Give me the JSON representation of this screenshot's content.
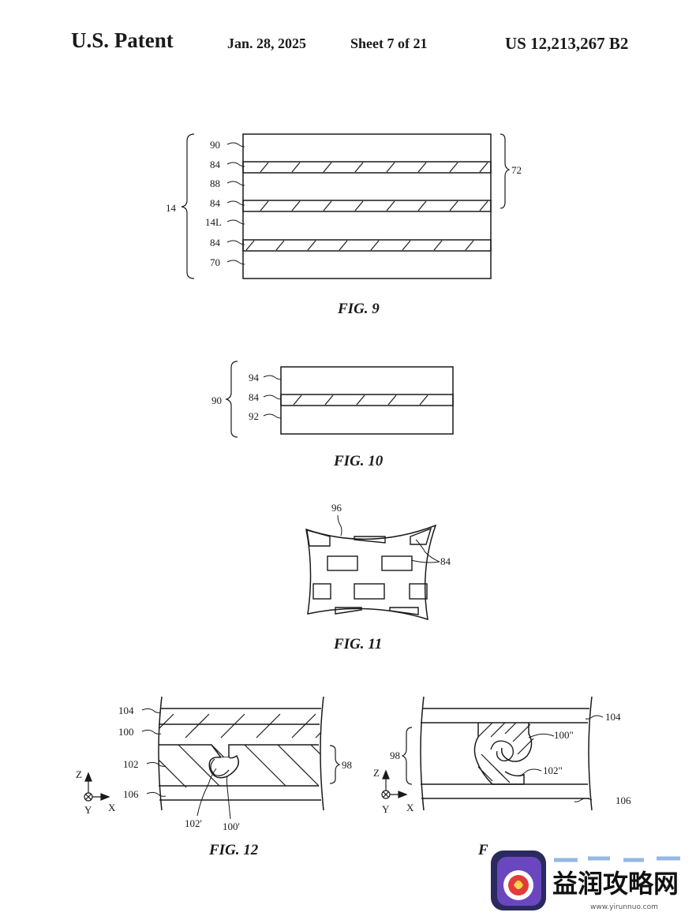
{
  "header": {
    "title": "U.S. Patent",
    "date": "Jan. 28, 2025",
    "sheet": "Sheet 7 of 21",
    "patent_number": "US 12,213,267 B2"
  },
  "fig9": {
    "caption": "FIG. 9",
    "layer_labels": [
      "90",
      "84",
      "88",
      "84",
      "14L",
      "84",
      "70"
    ],
    "group_left": "14",
    "group_right": "72"
  },
  "fig10": {
    "caption": "FIG. 10",
    "layer_labels": [
      "94",
      "84",
      "92"
    ],
    "group_left": "90"
  },
  "fig11": {
    "caption": "FIG. 11",
    "label_substrate": "96",
    "label_islands": "84"
  },
  "fig12": {
    "caption": "FIG. 12",
    "labels": [
      "104",
      "100",
      "102",
      "106",
      "102'",
      "100'"
    ],
    "group_right": "98",
    "axis": {
      "z": "Z",
      "y": "Y",
      "x": "X"
    }
  },
  "fig13": {
    "caption_fragment": "F",
    "labels": [
      "104",
      "100\"",
      "102\"",
      "106"
    ],
    "group_left": "98",
    "axis": {
      "z": "Z",
      "y": "Y",
      "x": "X"
    }
  },
  "watermark": {
    "text": "益润攻略网",
    "url": "www.yirunnuo.com"
  }
}
